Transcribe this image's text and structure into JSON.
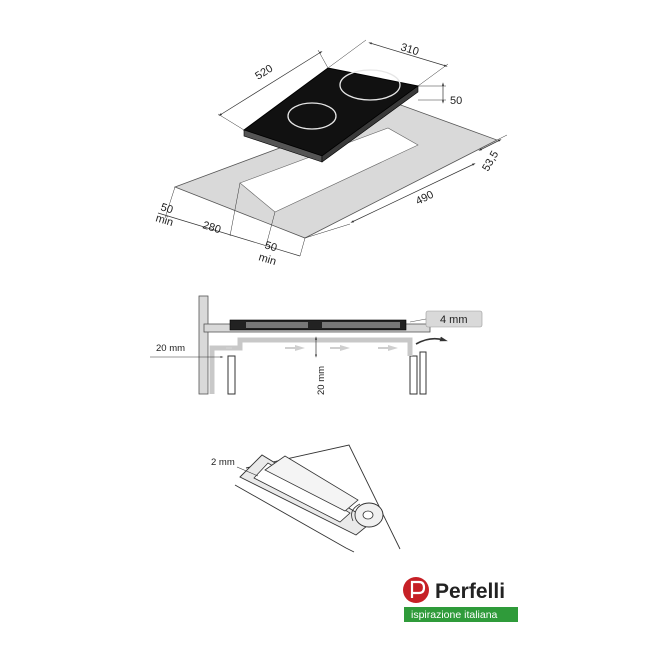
{
  "hob_dimensions": {
    "width": "310",
    "depth": "520",
    "height": "50",
    "cutout_depth": "490",
    "cutout_width": "280",
    "margin_side": "53,5",
    "min_left_value": "50",
    "min_left_unit": "min",
    "min_front_value": "50",
    "min_front_unit": "min"
  },
  "ventilation": {
    "gap_label": "4 mm",
    "airflow_label": "20 mm",
    "vertical_label": "20 mm"
  },
  "seal": {
    "thickness_label": "2 mm"
  },
  "brand": {
    "name": "Perfelli",
    "tagline": "ispirazione italiana",
    "colors": {
      "red": "#c62026",
      "green": "#2f9b3a"
    }
  },
  "colors": {
    "panel": "#d9d9d9",
    "glass": "#111111",
    "line": "#333333",
    "airflow": "#bdbdbd"
  }
}
